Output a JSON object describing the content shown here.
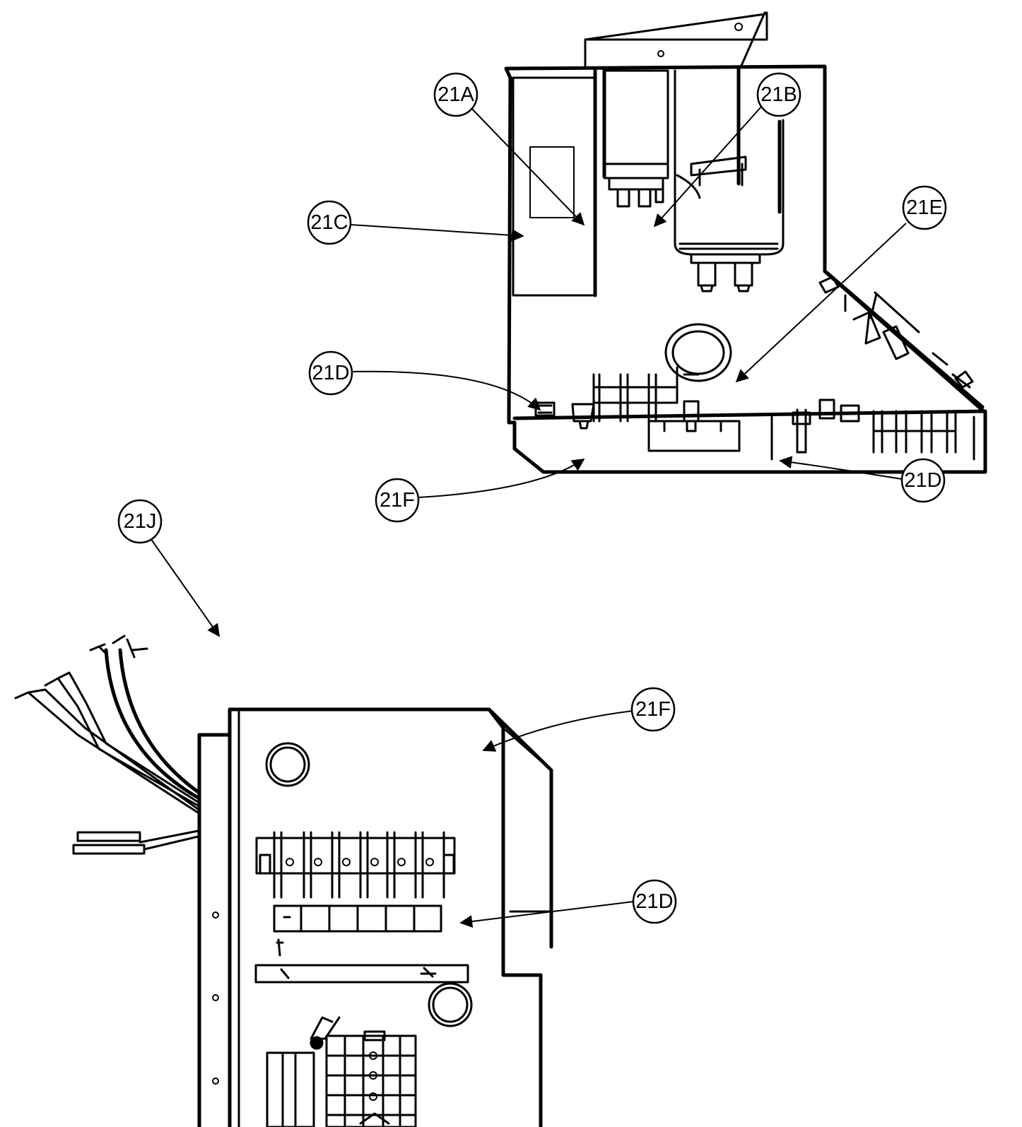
{
  "callouts": {
    "c21A": "21A",
    "c21B": "21B",
    "c21C": "21C",
    "c21D_upper": "21D",
    "c21E": "21E",
    "c21D_right": "21D",
    "c21F_upper": "21F",
    "c21J": "21J",
    "c21F_lower": "21F",
    "c21D_lower": "21D"
  }
}
